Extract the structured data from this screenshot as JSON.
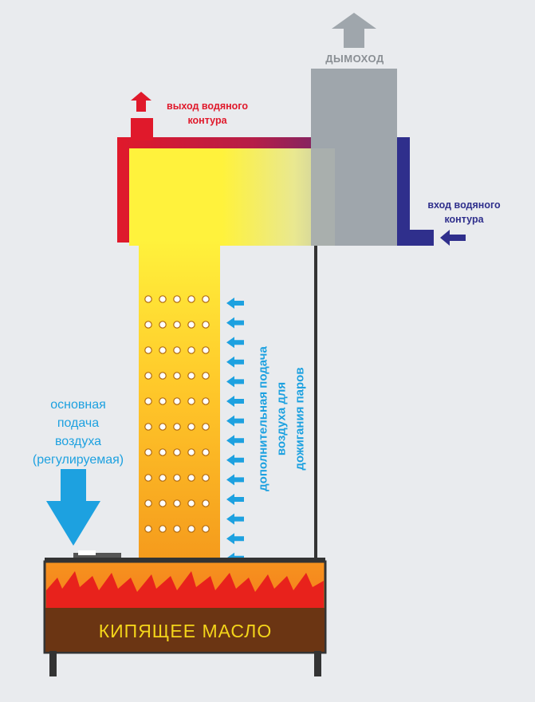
{
  "labels": {
    "chimney": "ДЫМОХОД",
    "water_out_line1": "выход водяного",
    "water_out_line2": "контура",
    "water_in_line1": "вход водяного",
    "water_in_line2": "контура",
    "main_air_line1": "основная",
    "main_air_line2": "подача",
    "main_air_line3": "воздуха",
    "main_air_line4": "(регулируемая)",
    "secondary_air_line1": "дополнительная подача",
    "secondary_air_line2": "воздуха для",
    "secondary_air_line3": "дожигания паров",
    "boiling_oil": "КИПЯЩЕЕ МАСЛО"
  },
  "colors": {
    "chimney_gray": "#9fa6ac",
    "chimney_text": "#8a8f94",
    "water_out_red": "#e0192b",
    "water_in_blue": "#2f2f8c",
    "air_blue": "#1da1e0",
    "flame_red": "#e8221c",
    "oil_brown": "#6b3513",
    "oil_text": "#f4d51a",
    "frame_dark": "#333333"
  }
}
